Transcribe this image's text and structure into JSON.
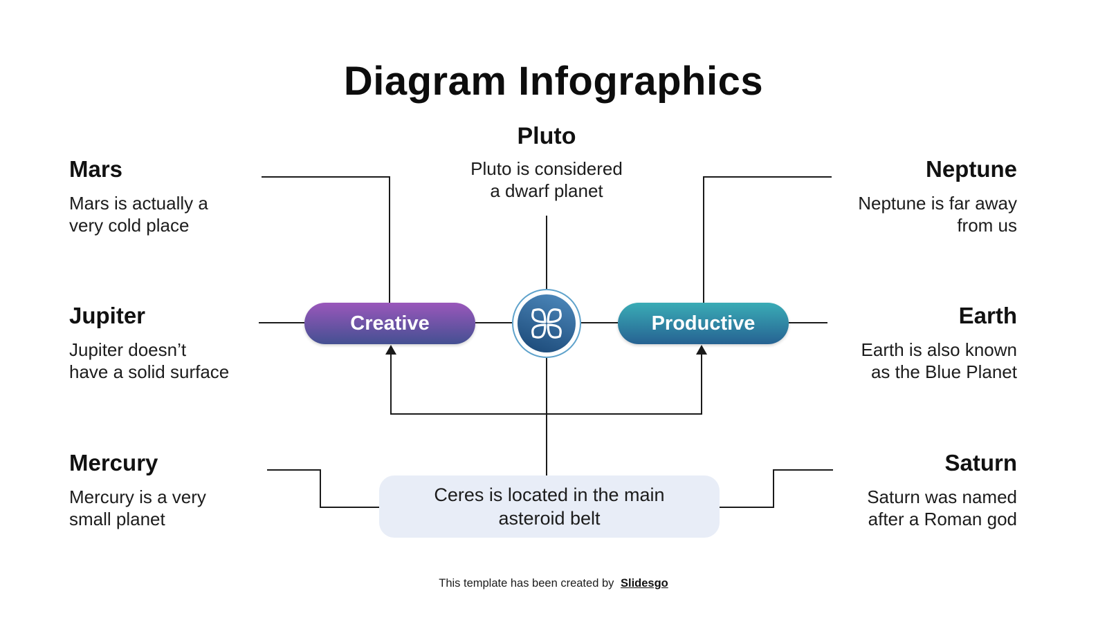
{
  "title": "Diagram Infographics",
  "sections": [
    {
      "id": "mars",
      "heading": "Mars",
      "line1": "Mars is actually a",
      "line2": "very cold place"
    },
    {
      "id": "pluto",
      "heading": "Pluto",
      "line1": "Pluto is considered",
      "line2": "a dwarf planet"
    },
    {
      "id": "neptune",
      "heading": "Neptune",
      "line1": "Neptune is far away",
      "line2": "from us"
    },
    {
      "id": "jupiter",
      "heading": "Jupiter",
      "line1": "Jupiter doesn’t",
      "line2": "have a solid surface"
    },
    {
      "id": "earth",
      "heading": "Earth",
      "line1": "Earth is also known",
      "line2": "as the Blue Planet"
    },
    {
      "id": "mercury",
      "heading": "Mercury",
      "line1": "Mercury is a very",
      "line2": "small planet"
    },
    {
      "id": "saturn",
      "heading": "Saturn",
      "line1": "Saturn was named",
      "line2": "after a Roman god"
    }
  ],
  "center": {
    "creative_label": "Creative",
    "productive_label": "Productive",
    "icon": "four-petal-flower-icon",
    "colors": {
      "creative_gradient_top": "#9a57bb",
      "creative_gradient_bottom": "#445092",
      "productive_gradient_top": "#3aacb6",
      "productive_gradient_bottom": "#266292",
      "hub_gradient_top": "#4c87ba",
      "hub_gradient_bottom": "#1c4a79",
      "hub_ring_border": "#5ea2cb"
    }
  },
  "callout": {
    "line1": "Ceres is located in the main",
    "line2": "asteroid belt",
    "background": "#e8edf7"
  },
  "footer": {
    "text": "This template has been created by",
    "brand": "Slidesgo"
  },
  "connector_color": "#1a1a1a"
}
